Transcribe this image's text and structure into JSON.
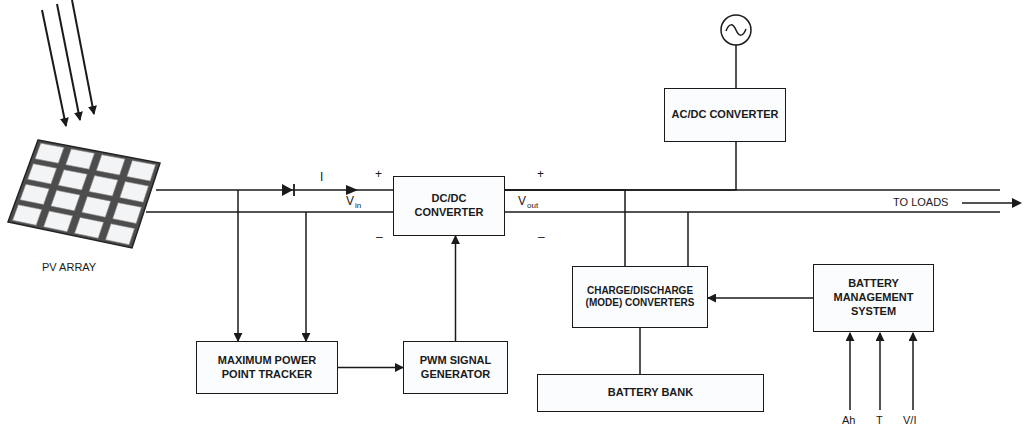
{
  "diagram": {
    "nodes": [
      {
        "text": [
          "DC/DC CONVERTER"
        ]
      },
      {
        "text": [
          "AC/DC CONVERTER"
        ]
      },
      {
        "text": [
          "CHARGE/DISCHARGE (MODE) CONVERTERS"
        ]
      },
      {
        "text": [
          "BATTERY MANAGEMENT SYSTEM"
        ]
      },
      {
        "text": [
          "MAXIMUM POWER POINT TRACKER"
        ]
      },
      {
        "text": [
          "PWM SIGNAL GENERATOR"
        ]
      },
      {
        "text": [
          "BATTERY BANK"
        ]
      }
    ],
    "edges": [
      {
        "from": 4,
        "to": 5,
        "arrow": "to"
      },
      {
        "from": 5,
        "to": 0,
        "arrow": "to"
      },
      {
        "from": 1,
        "to": 0,
        "arrow": "none"
      },
      {
        "from": 2,
        "to": 0,
        "arrow": "none"
      },
      {
        "from": 3,
        "to": 2,
        "arrow": "to"
      },
      {
        "from": 2,
        "to": 6,
        "arrow": "none"
      }
    ],
    "labels": [
      "PV ARRAY",
      "I",
      "+",
      "V",
      "in",
      "–",
      "+",
      "V",
      "out",
      "–",
      "TO LOADS",
      "Ah",
      "T",
      "V/I"
    ]
  }
}
